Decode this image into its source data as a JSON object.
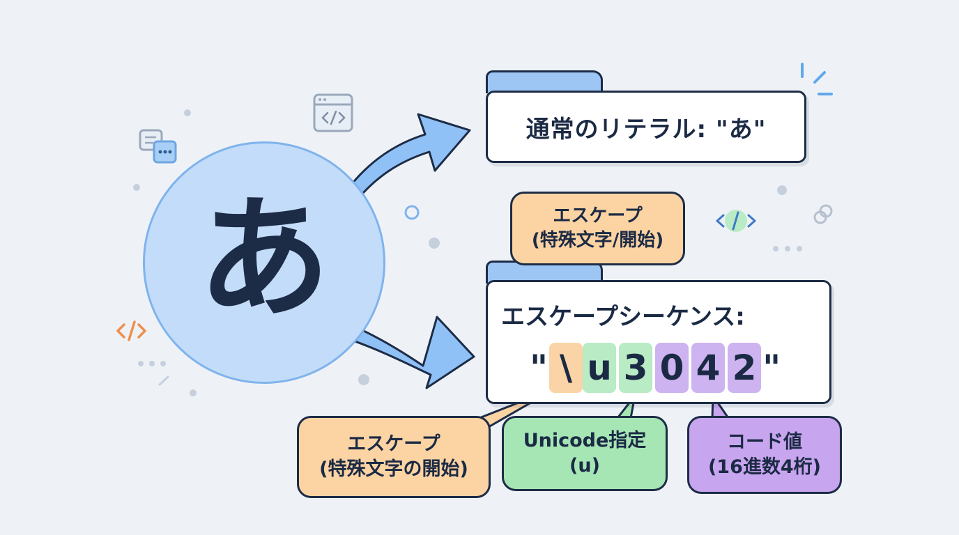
{
  "source_char": "あ",
  "normal_literal": {
    "label": "通常のリテラル: \"あ\""
  },
  "escape_sequence": {
    "label": "エスケープシーケンス:",
    "open_quote": "\"",
    "backslash": "\\",
    "u": "u",
    "hex": [
      "3",
      "0",
      "4",
      "2"
    ],
    "close_quote": "\""
  },
  "callouts": {
    "top": {
      "line1": "エスケープ",
      "line2": "(特殊文字/開始)"
    },
    "escape": {
      "line1": "エスケープ",
      "line2": "(特殊文字の開始)"
    },
    "unicode": {
      "line1": "Unicode指定",
      "line2": "(u)"
    },
    "code_value": {
      "line1": "コード値",
      "line2": "(16進数4桁)"
    }
  },
  "colors": {
    "escape": "#fcd3a3",
    "unicode": "#a6e6b5",
    "code_value": "#c8a5ef",
    "arrow": "#8fc0f6",
    "outline": "#1d2c46"
  },
  "decor_icons": [
    "code-window-icon",
    "chat-bubbles-icon",
    "code-brackets-icon",
    "code-brackets-orange-icon",
    "link-icon",
    "sparkle-icon"
  ]
}
